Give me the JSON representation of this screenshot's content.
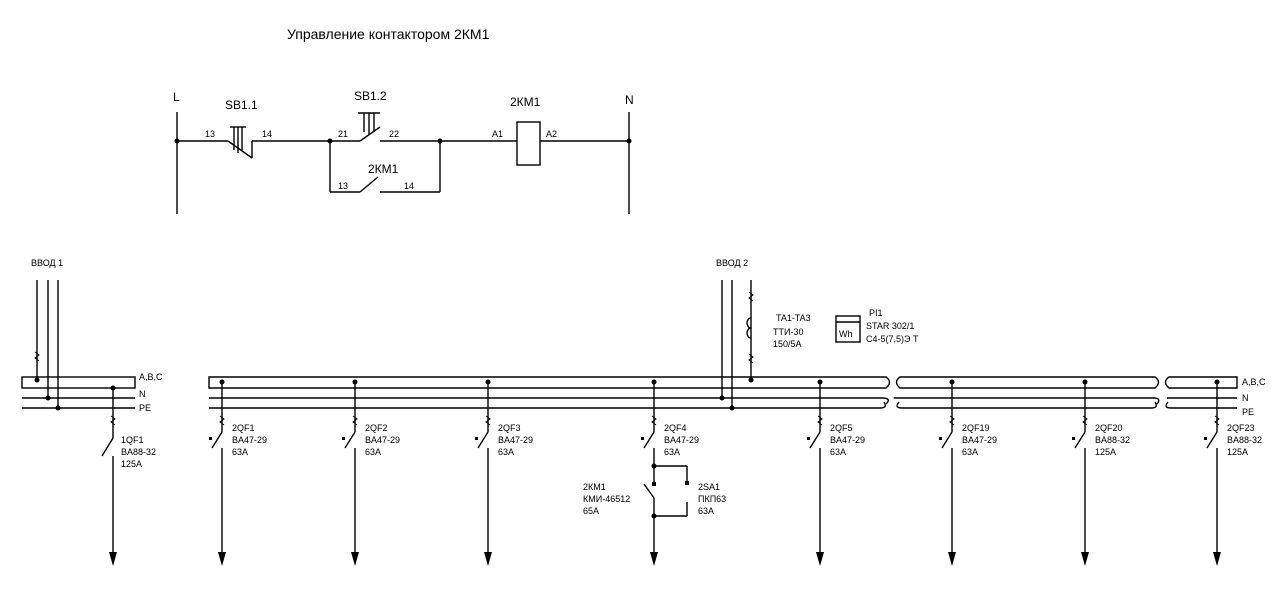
{
  "title": "Управление контактором 2КМ1",
  "control_circuit": {
    "phase_label": "L",
    "neutral_label": "N",
    "button_stop": {
      "name": "SB1.1",
      "pin_a": "13",
      "pin_b": "14"
    },
    "button_start": {
      "name": "SB1.2",
      "pin_a": "21",
      "pin_b": "22"
    },
    "self_hold_contact": {
      "name": "2КМ1",
      "pin_a": "13",
      "pin_b": "14"
    },
    "coil": {
      "name": "2КМ1",
      "pin_a": "A1",
      "pin_b": "A2"
    }
  },
  "input1": {
    "label": "ВВОД 1"
  },
  "input2": {
    "label": "ВВОД 2"
  },
  "bus_labels_left": {
    "abc": "A,B,C",
    "n": "N",
    "pe": "PE"
  },
  "bus_labels_right": {
    "abc": "A,B,C",
    "n": "N",
    "pe": "PE"
  },
  "current_transformer": {
    "line1": "TA1-TA3",
    "line2": "ТТИ-30",
    "line3": "150/5A"
  },
  "meter": {
    "symbol": "Wh",
    "line1": "PI1",
    "line2": "STAR 302/1",
    "line3": "C4-5(7,5)Э Т"
  },
  "main_breaker": {
    "name": "1QF1",
    "type": "BA88-32",
    "rating": "125A"
  },
  "breakers": [
    {
      "name": "2QF1",
      "type": "BA47-29",
      "rating": "63A"
    },
    {
      "name": "2QF2",
      "type": "BA47-29",
      "rating": "63A"
    },
    {
      "name": "2QF3",
      "type": "BA47-29",
      "rating": "63A"
    },
    {
      "name": "2QF4",
      "type": "BA47-29",
      "rating": "63A"
    },
    {
      "name": "2QF5",
      "type": "BA47-29",
      "rating": "63A"
    },
    {
      "name": "2QF19",
      "type": "BA47-29",
      "rating": "63A"
    },
    {
      "name": "2QF20",
      "type": "BA88-32",
      "rating": "125A"
    },
    {
      "name": "2QF23",
      "type": "BA88-32",
      "rating": "125A"
    }
  ],
  "contactor": {
    "name": "2КМ1",
    "type": "КМИ-46512",
    "rating": "65A"
  },
  "switch": {
    "name": "2SA1",
    "type": "ПКП63",
    "rating": "63A"
  }
}
